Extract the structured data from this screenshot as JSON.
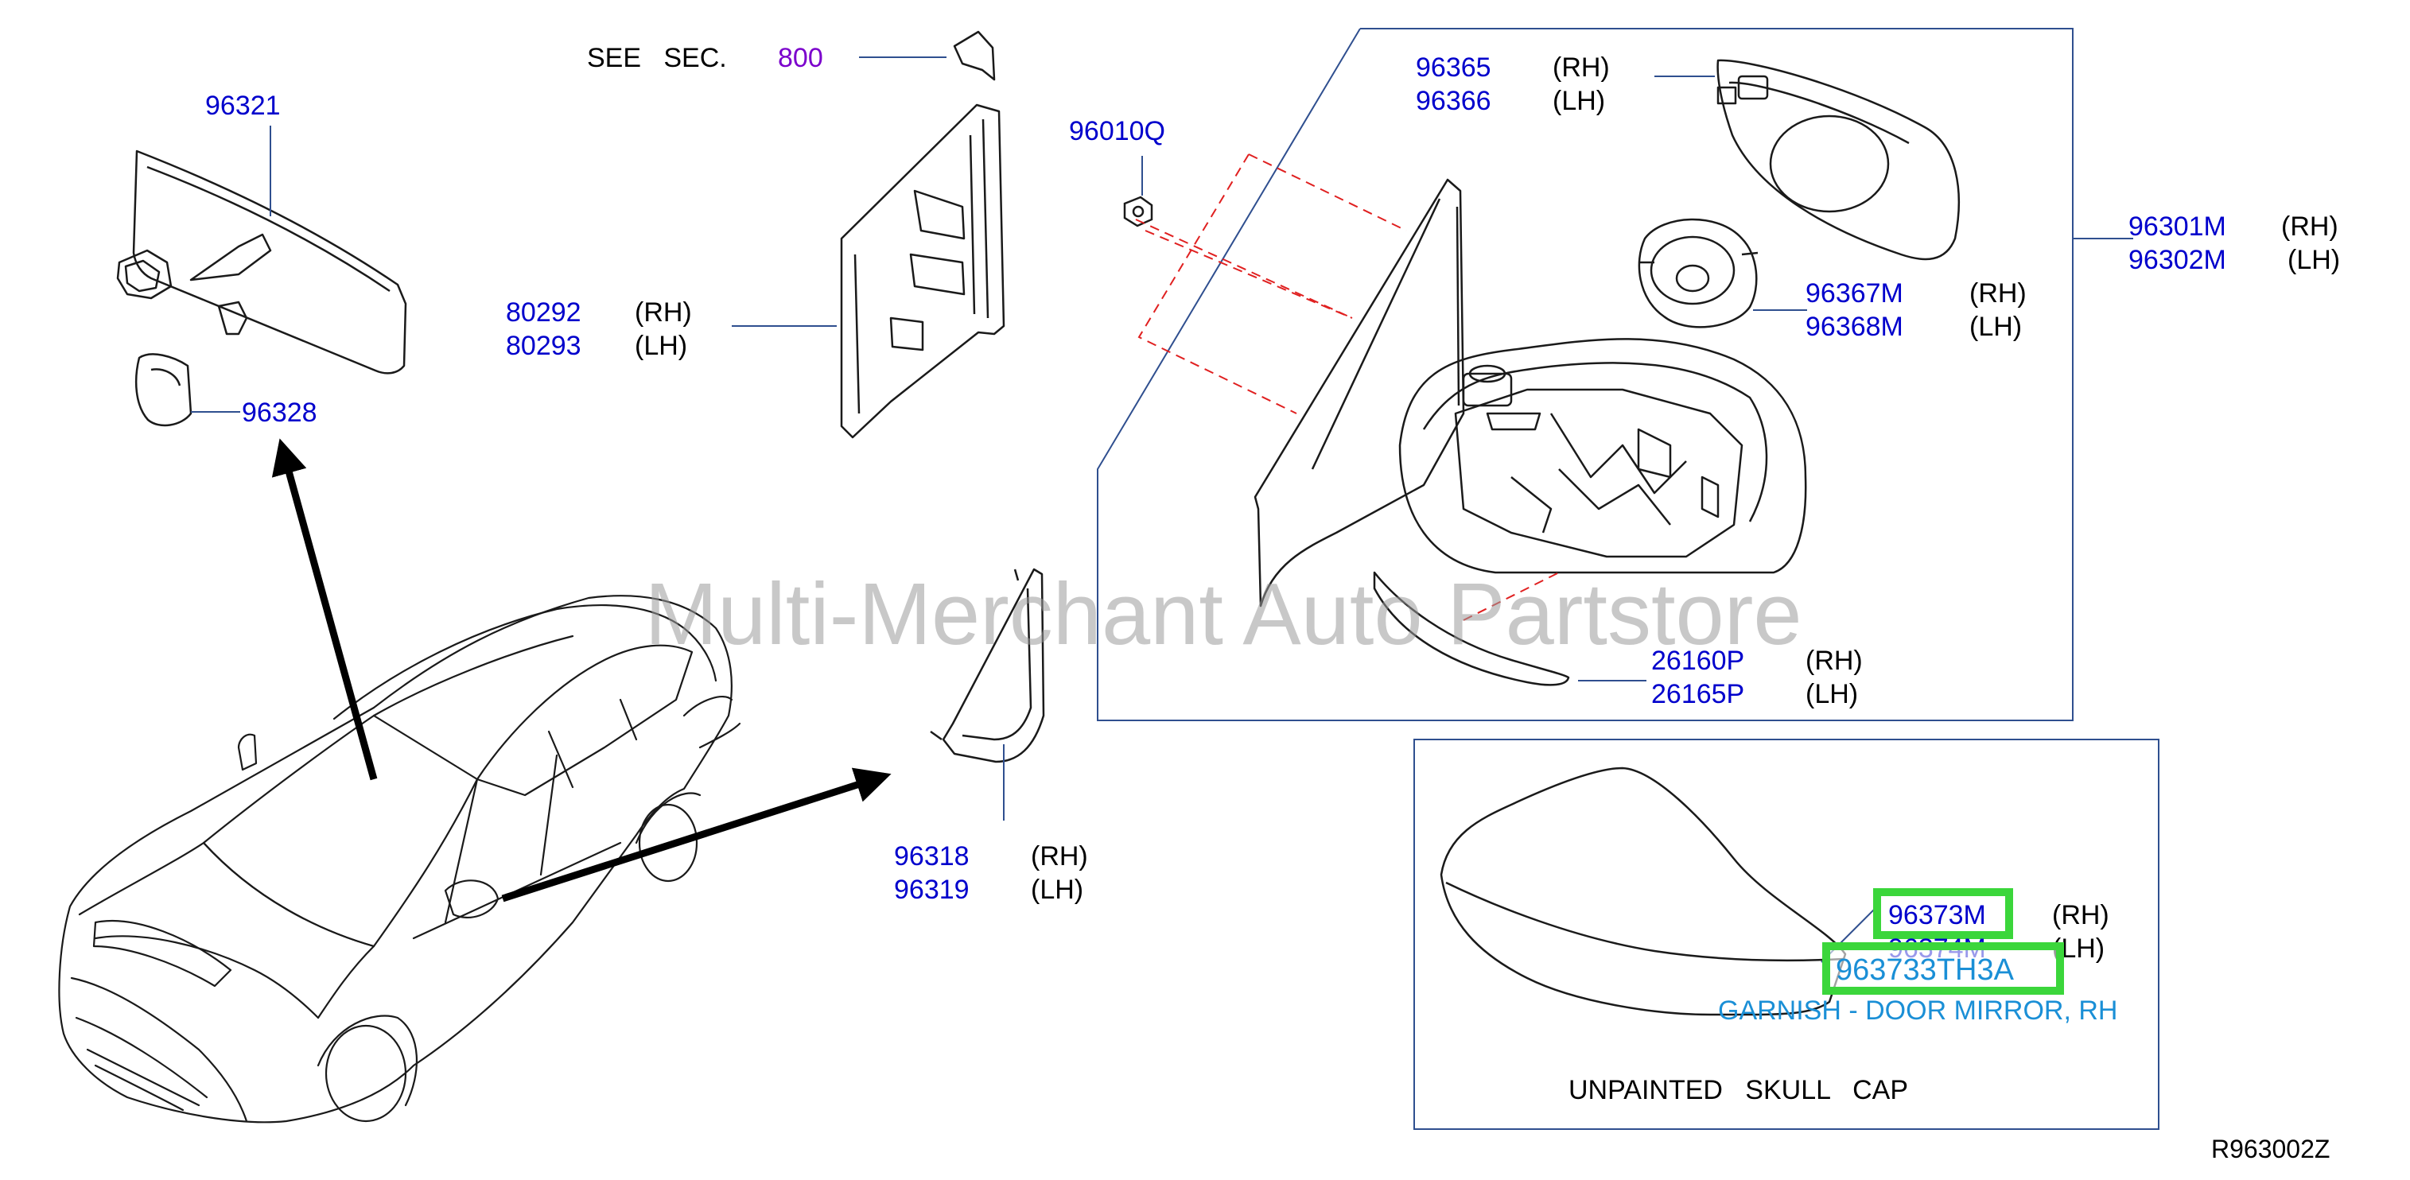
{
  "colors": {
    "part_number": "#0000cc",
    "section_ref": "#7b00cc",
    "highlight_text": "#1a8fd6",
    "highlight_box": "#3bd63b",
    "outline": "#1a1a1a",
    "frame": "#2f4f8f",
    "dashed": "#e02020",
    "watermark": "#9a9a9a"
  },
  "see_section": {
    "prefix": "SEE   SEC.",
    "number": "800"
  },
  "labels": {
    "p96321": "96321",
    "p96328": "96328",
    "p80292": "80292",
    "p80293": "80293",
    "p96010Q": "96010Q",
    "p96365": "96365",
    "p96366": "96366",
    "p96301M": "96301M",
    "p96302M": "96302M",
    "p96367M": "96367M",
    "p96368M": "96368M",
    "p26160P": "26160P",
    "p26165P": "26165P",
    "p96318": "96318",
    "p96319": "96319",
    "p96373M": "96373M",
    "p96374M": "96374M"
  },
  "sides": {
    "rh": "(RH)",
    "lh": "(LH)"
  },
  "highlight": {
    "part_number": "963733TH3A",
    "description": "GARNISH - DOOR MIRROR, RH"
  },
  "inset_caption": "UNPAINTED   SKULL   CAP",
  "watermark": "Multi-Merchant Auto Partstore",
  "diagram_code": "R963002Z"
}
